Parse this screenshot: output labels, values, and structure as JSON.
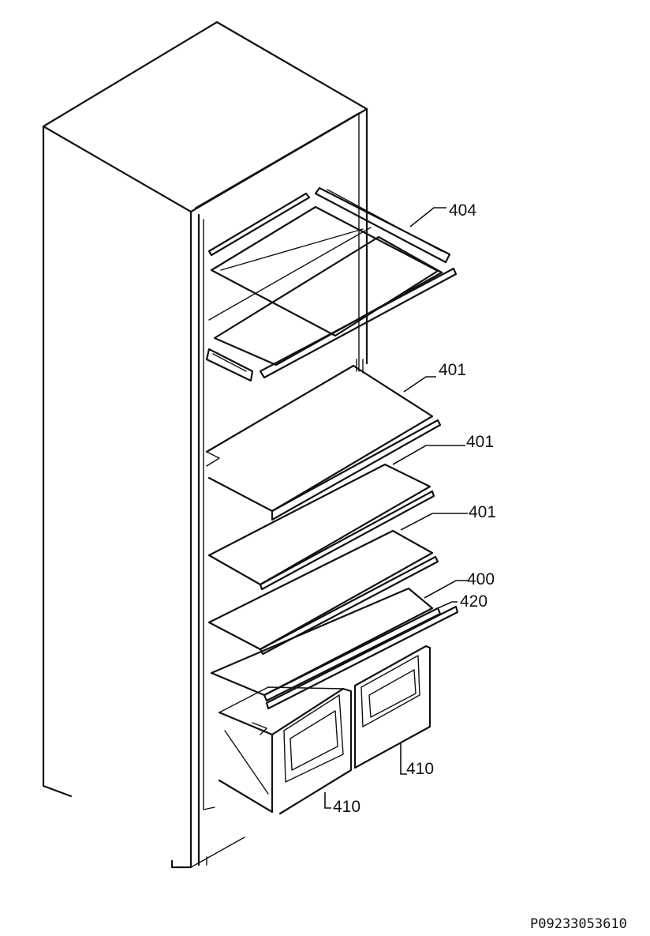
{
  "callouts": {
    "c404": "404",
    "c401a": "401",
    "c401b": "401",
    "c401c": "401",
    "c400": "400",
    "c420": "420",
    "c410a": "410",
    "c410b": "410"
  },
  "document_code": "P09233053610",
  "line_color": "#111111",
  "background_color": "#ffffff"
}
